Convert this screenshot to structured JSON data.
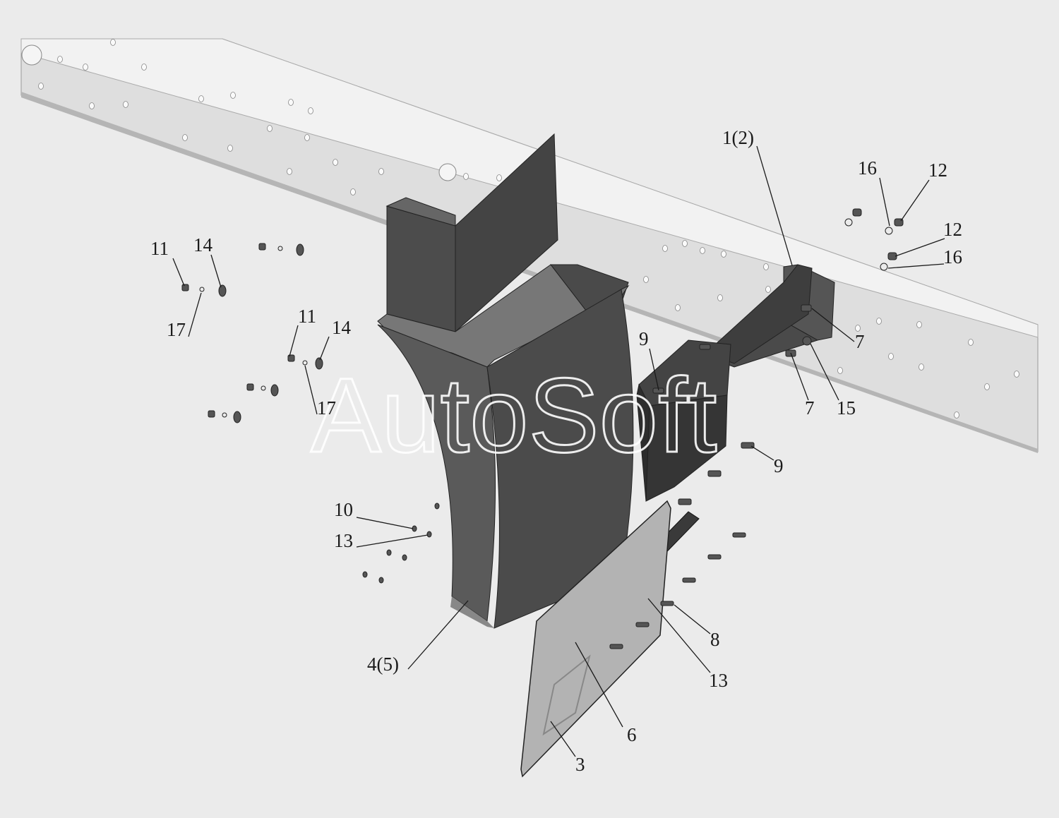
{
  "watermark": "AutoSoft",
  "labels": {
    "l_1_2": "1(2)",
    "l_16a": "16",
    "l_12a": "12",
    "l_12b": "12",
    "l_16b": "16",
    "l_7a": "7",
    "l_7b": "7",
    "l_15": "15",
    "l_9a": "9",
    "l_9b": "9",
    "l_11a": "11",
    "l_14a": "14",
    "l_17a": "17",
    "l_11b": "11",
    "l_14b": "14",
    "l_17b": "17",
    "l_10": "10",
    "l_13a": "13",
    "l_4_5": "4(5)",
    "l_8": "8",
    "l_13b": "13",
    "l_6": "6",
    "l_3": "3"
  },
  "colors": {
    "background": "#ebebeb",
    "frame_light": "#dcdcdc",
    "frame_face": "#cfcfcf",
    "part_dark": "#4a4a4a",
    "part_darker": "#333333",
    "plate": "#b9b9b9"
  }
}
